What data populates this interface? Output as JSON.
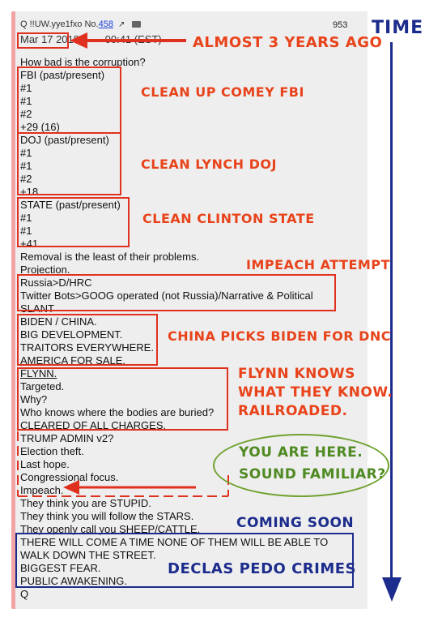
{
  "post": {
    "header_text": "Q !!UW.yye1fxo No.",
    "post_number": "458",
    "reply_count": "953",
    "date_text": "Mar 17 2018",
    "time_text": "00:41 (EST)",
    "lines": [
      "How bad is the corruption?",
      "FBI (past/present)",
      "#1",
      "#1",
      "#2",
      "+29 (16)",
      "DOJ (past/present)",
      "#1",
      "#1",
      "#2",
      "+18",
      "STATE (past/present)",
      "#1",
      "#1",
      "+41",
      "Removal is the least of their problems.",
      "Projection.",
      "Russia>D/HRC",
      "Twitter Bots>GOOG operated (not Russia)/Narrative & Political",
      "SLANT",
      "BIDEN / CHINA.",
      "BIG DEVELOPMENT.",
      "TRAITORS EVERYWHERE.",
      "AMERICA FOR SALE.",
      "FLYNN.",
      "Targeted.",
      "Why?",
      "Who knows where the bodies are buried?",
      "CLEARED OF ALL CHARGES.",
      "TRUMP ADMIN v2?",
      "Election theft.",
      "Last hope.",
      "Congressional focus.",
      "Impeach.",
      "They think you are STUPID.",
      "They think you will follow the STARS.",
      "They openly call you SHEEP/CATTLE.",
      "THERE WILL COME A TIME NONE OF THEM WILL BE ABLE TO",
      "WALK DOWN THE STREET.",
      "BIGGEST FEAR.",
      "PUBLIC AWAKENING.",
      "Q"
    ]
  },
  "annotations": {
    "time": "TIME",
    "almost": "ALMOST 3 YEARS AGO",
    "comey": "CLEAN UP COMEY FBI",
    "lynch": "CLEAN LYNCH DOJ",
    "clinton": "CLEAN CLINTON STATE",
    "impeach": "IMPEACH ATTEMPT",
    "china": "CHINA PICKS BIDEN FOR DNC",
    "flynn_1": "FLYNN KNOWS",
    "flynn_2": "WHAT THEY KNOW.",
    "flynn_3": "RAILROADED.",
    "here_1": "YOU ARE HERE.",
    "here_2": "SOUND FAMILIAR?",
    "coming": "COMING SOON",
    "declas": "DECLAS PEDO CRIMES"
  },
  "colors": {
    "annotation_red": "#e8431a",
    "box_red": "#e0301e",
    "navy": "#1c2c8c",
    "green": "#4f8a22",
    "post_bg": "#eeeeee"
  }
}
